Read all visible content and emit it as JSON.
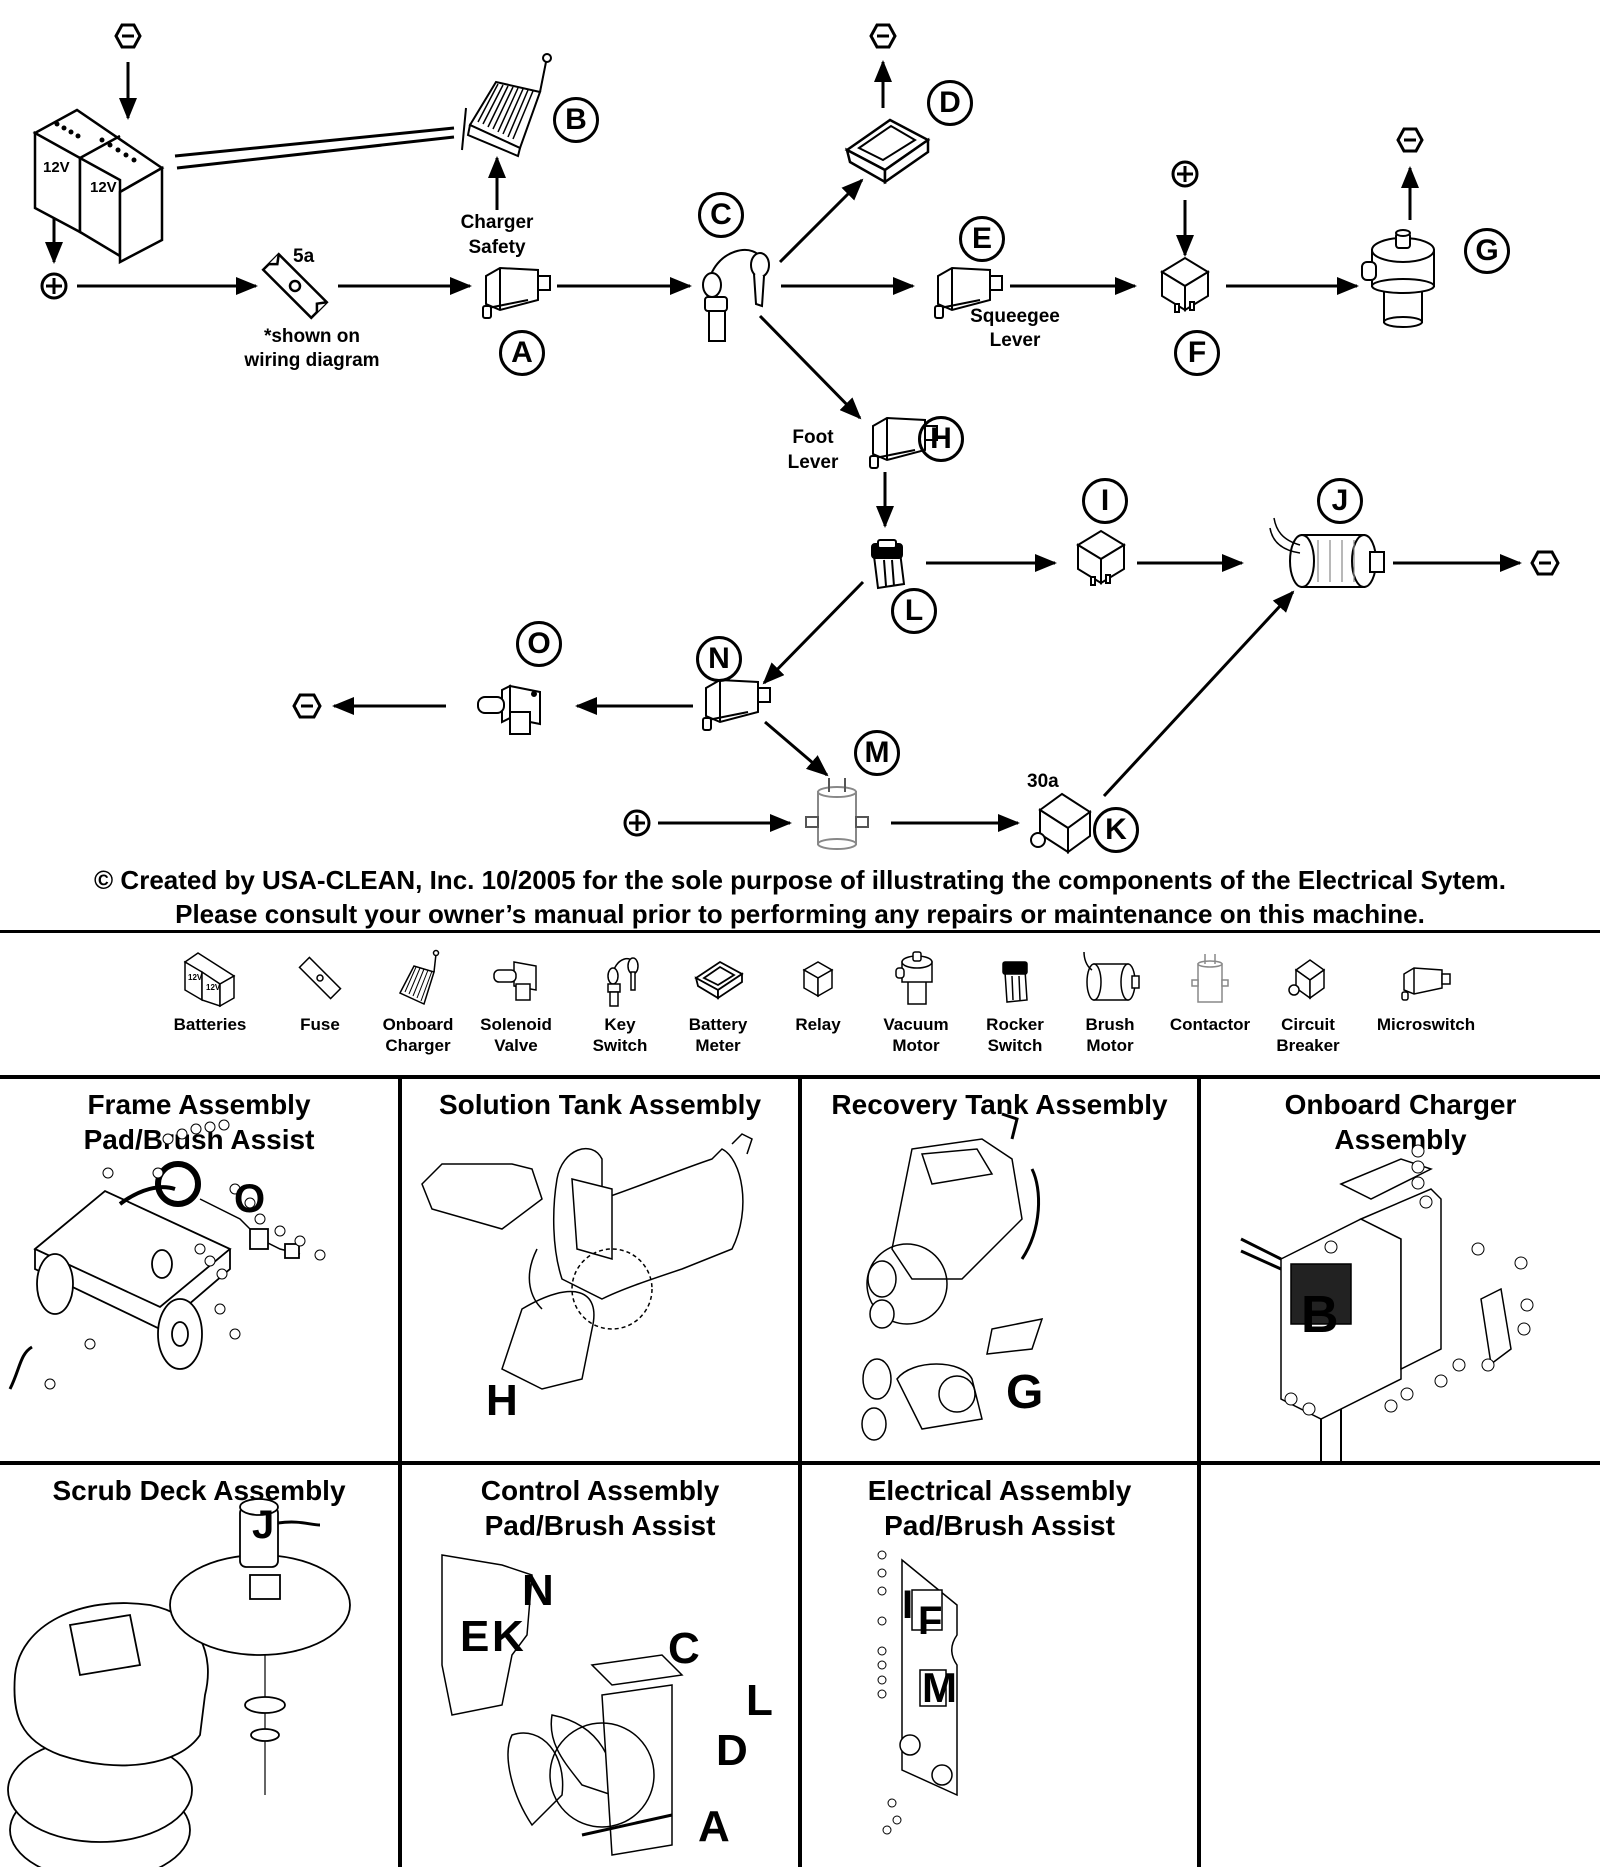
{
  "diagram": {
    "terminals": {
      "negative": "−",
      "positive": "+"
    },
    "components": [
      {
        "id": "A",
        "name": "Charger Safety Microswitch",
        "type": "microswitch"
      },
      {
        "id": "B",
        "name": "Onboard Charger",
        "type": "onboard-charger"
      },
      {
        "id": "C",
        "name": "Key Switch",
        "type": "key-switch"
      },
      {
        "id": "D",
        "name": "Battery Meter",
        "type": "battery-meter"
      },
      {
        "id": "E",
        "name": "Squeegee Lever Microswitch",
        "type": "microswitch"
      },
      {
        "id": "F",
        "name": "Relay",
        "type": "relay"
      },
      {
        "id": "G",
        "name": "Vacuum Motor",
        "type": "vacuum-motor"
      },
      {
        "id": "H",
        "name": "Foot Lever Microswitch",
        "type": "microswitch"
      },
      {
        "id": "I",
        "name": "Relay",
        "type": "relay"
      },
      {
        "id": "J",
        "name": "Brush Motor",
        "type": "brush-motor"
      },
      {
        "id": "K",
        "name": "Circuit Breaker",
        "type": "circuit-breaker"
      },
      {
        "id": "L",
        "name": "Rocker Switch",
        "type": "rocker-switch"
      },
      {
        "id": "M",
        "name": "Contactor",
        "type": "contactor"
      },
      {
        "id": "N",
        "name": "Microswitch",
        "type": "microswitch"
      },
      {
        "id": "O",
        "name": "Solenoid Valve",
        "type": "solenoid-valve"
      }
    ],
    "labels": {
      "battery_voltage_1": "12V",
      "battery_voltage_2": "12V",
      "fuse_rating": "5a",
      "fuse_note_line1": "*shown on",
      "fuse_note_line2": "wiring diagram",
      "charger_safety_line1": "Charger",
      "charger_safety_line2": "Safety",
      "squeegee_line1": "Squeegee",
      "squeegee_line2": "Lever",
      "foot_line1": "Foot",
      "foot_line2": "Lever",
      "breaker_rating": "30a"
    },
    "connections": [
      [
        "battery",
        "B"
      ],
      [
        "battery",
        "+"
      ],
      [
        "-",
        "battery"
      ],
      [
        "+",
        "fuse"
      ],
      [
        "fuse",
        "A"
      ],
      [
        "A",
        "B"
      ],
      [
        "A",
        "C"
      ],
      [
        "C",
        "D"
      ],
      [
        "D",
        "-"
      ],
      [
        "C",
        "E"
      ],
      [
        "E",
        "F"
      ],
      [
        "+",
        "F"
      ],
      [
        "F",
        "G"
      ],
      [
        "G",
        "-"
      ],
      [
        "C",
        "H"
      ],
      [
        "H",
        "L"
      ],
      [
        "L",
        "I"
      ],
      [
        "I",
        "J"
      ],
      [
        "J",
        "-"
      ],
      [
        "L",
        "N"
      ],
      [
        "N",
        "O"
      ],
      [
        "O",
        "-"
      ],
      [
        "N",
        "M"
      ],
      [
        "+",
        "M"
      ],
      [
        "M",
        "K"
      ],
      [
        "K",
        "J"
      ]
    ]
  },
  "copyright": {
    "line1": "© Created by USA-CLEAN, Inc. 10/2005 for the sole purpose of illustrating the components of the Electrical Sytem.",
    "line2": "Please consult your owner’s manual prior to performing any repairs or maintenance on this machine."
  },
  "legend": [
    {
      "icon": "batteries-icon",
      "line1": "Batteries",
      "line2": ""
    },
    {
      "icon": "fuse-icon",
      "line1": "Fuse",
      "line2": ""
    },
    {
      "icon": "onboard-charger-icon",
      "line1": "Onboard",
      "line2": "Charger"
    },
    {
      "icon": "solenoid-valve-icon",
      "line1": "Solenoid",
      "line2": "Valve"
    },
    {
      "icon": "key-switch-icon",
      "line1": "Key",
      "line2": "Switch"
    },
    {
      "icon": "battery-meter-icon",
      "line1": "Battery",
      "line2": "Meter"
    },
    {
      "icon": "relay-icon",
      "line1": "Relay",
      "line2": ""
    },
    {
      "icon": "vacuum-motor-icon",
      "line1": "Vacuum",
      "line2": "Motor"
    },
    {
      "icon": "rocker-switch-icon",
      "line1": "Rocker",
      "line2": "Switch"
    },
    {
      "icon": "brush-motor-icon",
      "line1": "Brush",
      "line2": "Motor"
    },
    {
      "icon": "contactor-icon",
      "line1": "Contactor",
      "line2": ""
    },
    {
      "icon": "circuit-breaker-icon",
      "line1": "Circuit",
      "line2": "Breaker"
    },
    {
      "icon": "microswitch-icon",
      "line1": "Microswitch",
      "line2": ""
    }
  ],
  "assemblies": [
    {
      "title_line1": "Frame Assembly",
      "title_line2": "Pad/Brush Assist",
      "callouts": [
        "O"
      ]
    },
    {
      "title_line1": "Solution Tank Assembly",
      "title_line2": "",
      "callouts": [
        "H"
      ]
    },
    {
      "title_line1": "Recovery Tank Assembly",
      "title_line2": "",
      "callouts": [
        "G"
      ]
    },
    {
      "title_line1": "Onboard Charger",
      "title_line2": "Assembly",
      "callouts": [
        "B"
      ]
    },
    {
      "title_line1": "Scrub Deck Assembly",
      "title_line2": "",
      "callouts": [
        "J"
      ]
    },
    {
      "title_line1": "Control Assembly",
      "title_line2": "Pad/Brush Assist",
      "callouts": [
        "N",
        "E",
        "K",
        "C",
        "L",
        "D",
        "A"
      ]
    },
    {
      "title_line1": "Electrical Assembly",
      "title_line2": "Pad/Brush Assist",
      "callouts": [
        "I",
        "F",
        "M"
      ]
    },
    {
      "title_line1": "",
      "title_line2": "",
      "callouts": []
    }
  ]
}
